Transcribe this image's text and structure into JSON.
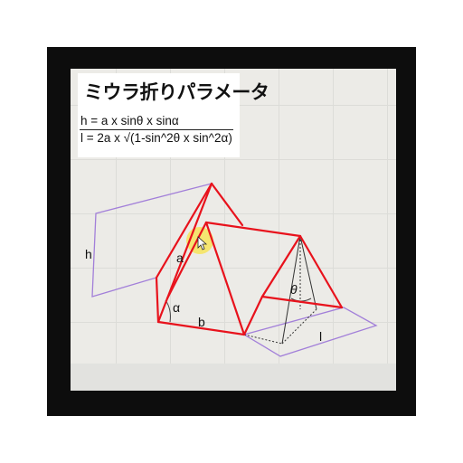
{
  "title": "ミウラ折りパラメータ",
  "formulas": {
    "h": "h = a x sinθ x sinα",
    "l": "l = 2a x √(1-sin^2θ x sin^2α)"
  },
  "labels": {
    "h": "h",
    "a": "a",
    "b": "b",
    "alpha": "α",
    "theta": "θ",
    "l": "l"
  },
  "colors": {
    "fold_edges": "#e8121c",
    "projection_outline": "#a27fd9",
    "guide_lines": "#333333",
    "cursor_highlight": "#f7e45a"
  },
  "icons": [
    "mouse-cursor-icon"
  ]
}
